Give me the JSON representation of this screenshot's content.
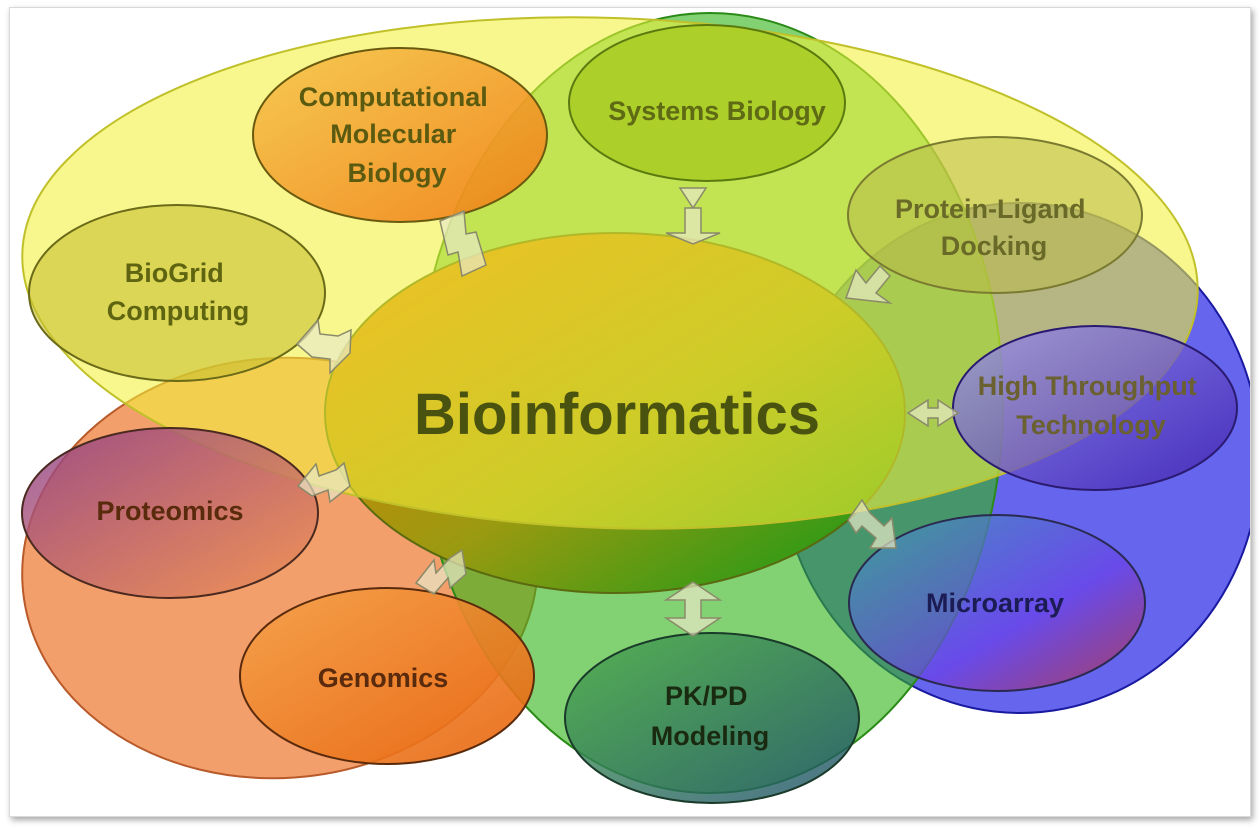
{
  "center": {
    "label": "Bioinformatics"
  },
  "nodes": {
    "comp_mol_bio": [
      "Computational",
      "Molecular",
      "Biology"
    ],
    "systems_biology": [
      "Systems Biology"
    ],
    "protein_ligand": [
      "Protein-Ligand",
      "Docking"
    ],
    "biogrid": [
      "BioGrid",
      "Computing"
    ],
    "high_throughput": [
      "High Throughput",
      "Technology"
    ],
    "proteomics": [
      "Proteomics"
    ],
    "microarray": [
      "Microarray"
    ],
    "genomics": [
      "Genomics"
    ],
    "pkpd": [
      "PK/PD",
      "Modeling"
    ]
  },
  "colors": {
    "yellow_group": "#f2f23a",
    "green_group": "#35b51c",
    "blue_group": "#2a2ae6",
    "orange_group": "#f08a4a",
    "center_orange": "#f08a10",
    "label_olive": "#5f6410",
    "label_dark_brown": "#5a2a0c",
    "label_navy": "#1c1c55"
  }
}
